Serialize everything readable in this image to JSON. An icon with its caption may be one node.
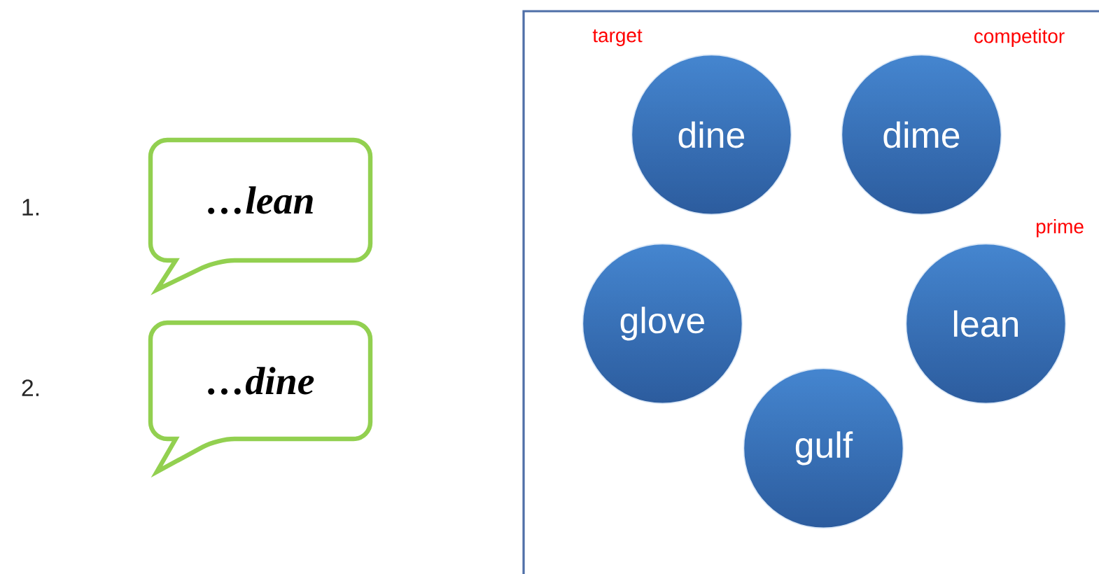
{
  "diagram": {
    "nodes": [
      {
        "text": [
          "…lean"
        ]
      },
      {
        "text": [
          "…dine"
        ]
      },
      {
        "text": [],
        "shape": "box"
      },
      {
        "text": [
          "dine"
        ],
        "in": 2,
        "beside": [
          "target"
        ]
      },
      {
        "text": [
          "dime"
        ],
        "in": 2,
        "beside": [
          "competitor"
        ]
      },
      {
        "text": [
          "glove"
        ],
        "in": 2
      },
      {
        "text": [
          "lean"
        ],
        "in": 2,
        "beside": [
          "prime"
        ]
      },
      {
        "text": [
          "gulf"
        ],
        "in": 2
      }
    ],
    "edges": [],
    "labels": [
      "1.",
      "2."
    ]
  }
}
